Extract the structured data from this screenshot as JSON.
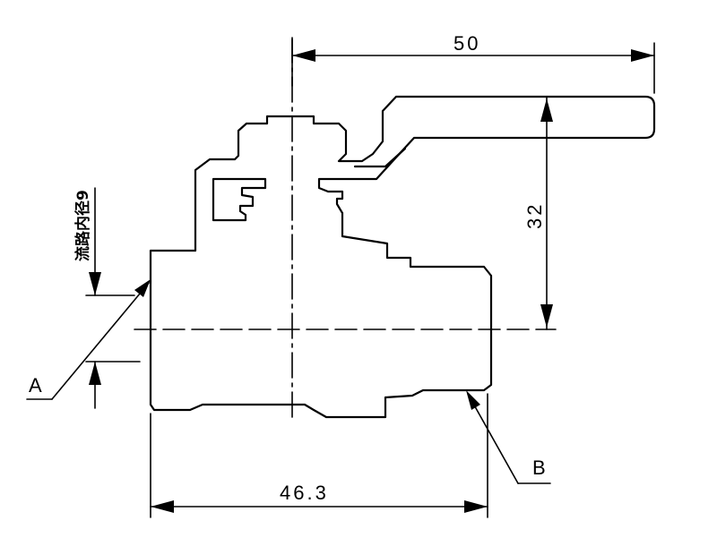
{
  "drawing": {
    "dimensions": {
      "overall_length": "50",
      "height": "32",
      "body_length": "46.3",
      "bore": "流路内径9"
    },
    "callouts": {
      "a": "A",
      "b": "B"
    }
  }
}
